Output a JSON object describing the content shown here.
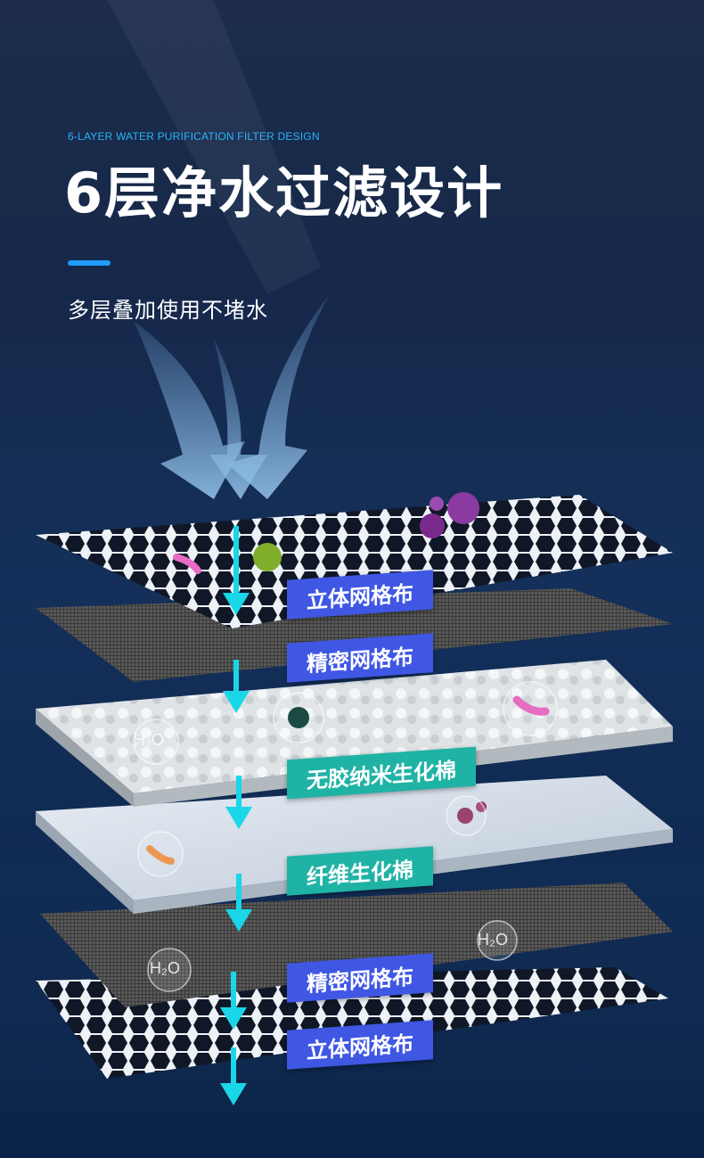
{
  "header": {
    "subtitle_en": "6-LAYER WATER PURIFICATION FILTER DESIGN",
    "title": "6层净水过滤设计",
    "tagline": "多层叠加使用不堵水"
  },
  "layers": [
    {
      "label": "立体网格布",
      "color": "#3f57e3"
    },
    {
      "label": "精密网格布",
      "color": "#3f57e3"
    },
    {
      "label": "无胶纳米生化棉",
      "color": "#1fb3a5"
    },
    {
      "label": "纤维生化棉",
      "color": "#1fb3a5"
    },
    {
      "label": "精密网格布",
      "color": "#3f57e3"
    },
    {
      "label": "立体网格布",
      "color": "#3f57e3"
    }
  ],
  "bubbles": {
    "h2o_1": "H₂O",
    "h2o_2": "H₂O",
    "h2o_3": "H₂O"
  },
  "colors": {
    "accent_blue": "#1e9cff",
    "label_blue": "#3f57e3",
    "label_teal": "#1fb3a5",
    "flow_arrow": "#19d6e8"
  },
  "icons": [
    "down-flow-arrow-icon",
    "germ-icon",
    "worm-icon",
    "water-bubble-icon"
  ]
}
